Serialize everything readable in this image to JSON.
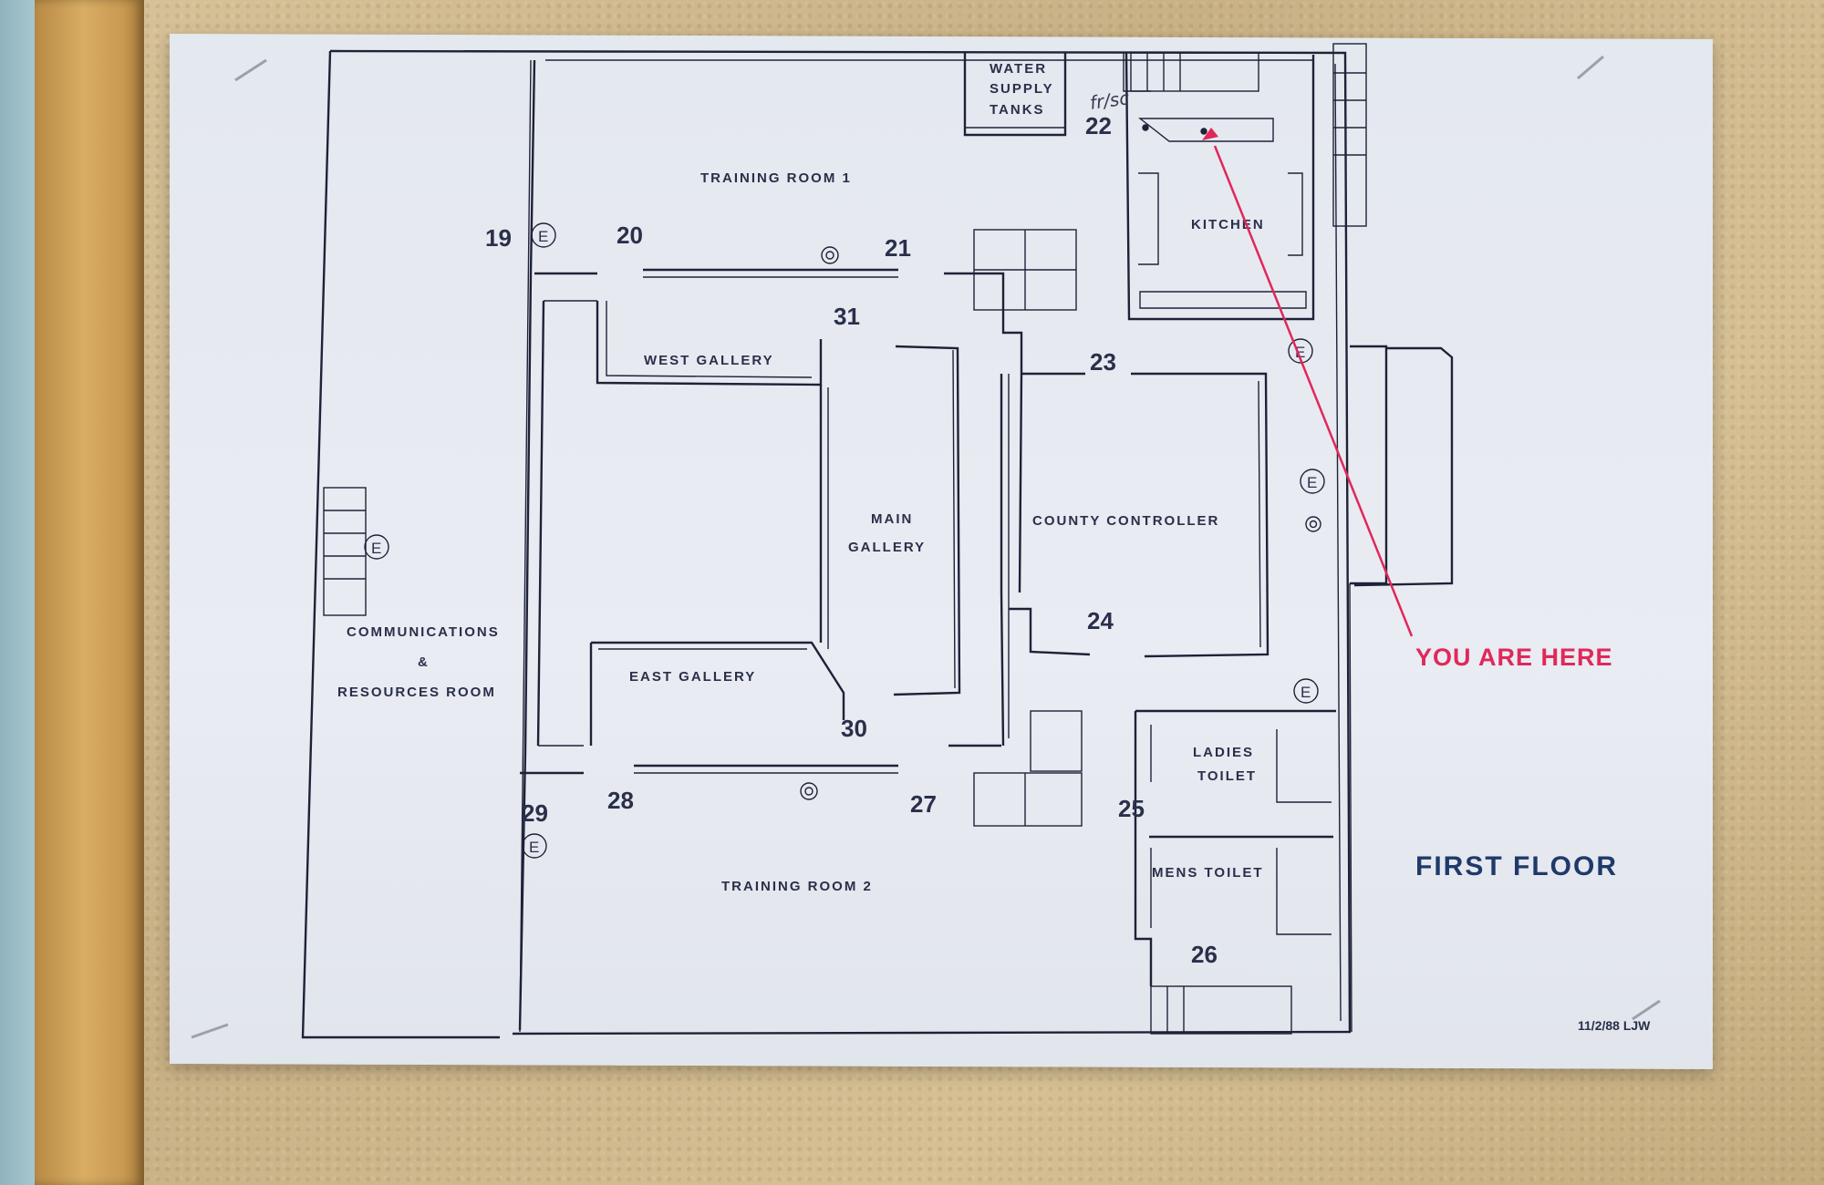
{
  "map": {
    "rooms": {
      "training_room_1": "TRAINING ROOM 1",
      "training_room_2": "TRAINING ROOM 2",
      "west_gallery": "WEST GALLERY",
      "east_gallery": "EAST GALLERY",
      "main_gallery_line1": "MAIN",
      "main_gallery_line2": "GALLERY",
      "county_controller": "COUNTY CONTROLLER",
      "kitchen": "KITCHEN",
      "water_line1": "WATER",
      "water_line2": "SUPPLY",
      "water_line3": "TANKS",
      "comms_line1": "COMMUNICATIONS",
      "comms_line2": "&",
      "comms_line3": "RESOURCES ROOM",
      "ladies_line1": "LADIES",
      "ladies_line2": "TOILET",
      "mens_toilet": "MENS TOILET"
    },
    "door_numbers": {
      "d19": "19",
      "d20": "20",
      "d21": "21",
      "d22": "22",
      "d23": "23",
      "d24": "24",
      "d25": "25",
      "d26": "26",
      "d27": "27",
      "d28": "28",
      "d29": "29",
      "d30": "30",
      "d31": "31"
    },
    "exit_marker": "E",
    "handwritten_note": "fr/sc",
    "you_are_here": "YOU ARE HERE",
    "floor_title": "FIRST FLOOR",
    "date_stamp": "11/2/88 LJW",
    "colors": {
      "ink": "#1e2238",
      "you_are_here": "#e0285a",
      "floor_title": "#1f3a6a",
      "paper": "#e7eaf0"
    }
  }
}
